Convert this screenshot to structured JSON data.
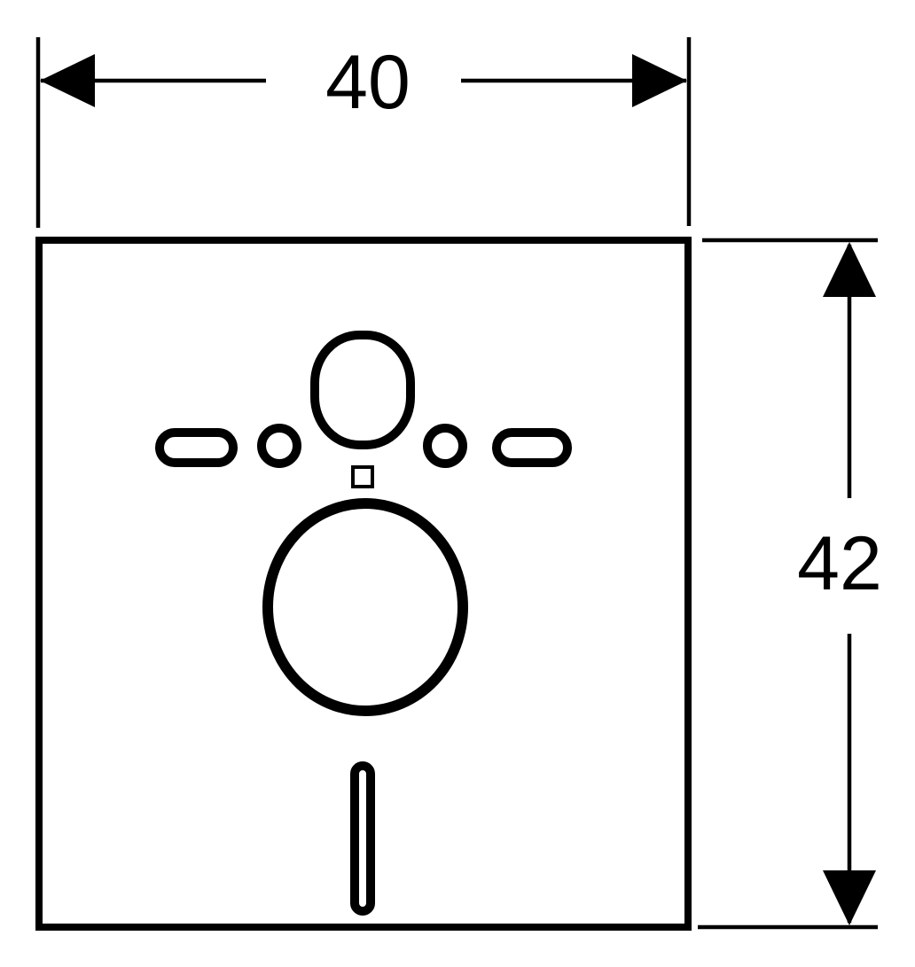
{
  "diagram": {
    "kind": "technical-dimension-drawing",
    "dimensions": {
      "width": {
        "value": "40"
      },
      "height": {
        "value": "42"
      }
    },
    "shapes": [
      "plate-outline",
      "oval-cutout-top",
      "slot-cutout-left",
      "round-hole-left",
      "round-hole-right",
      "slot-cutout-right",
      "small-square-cutout",
      "large-round-cutout",
      "vertical-slot-cutout-bottom"
    ],
    "icons": [
      "arrowhead-left-icon",
      "arrowhead-right-icon",
      "arrowhead-up-icon",
      "arrowhead-down-icon"
    ],
    "colors": {
      "line": "#000000",
      "background": "#ffffff"
    }
  }
}
